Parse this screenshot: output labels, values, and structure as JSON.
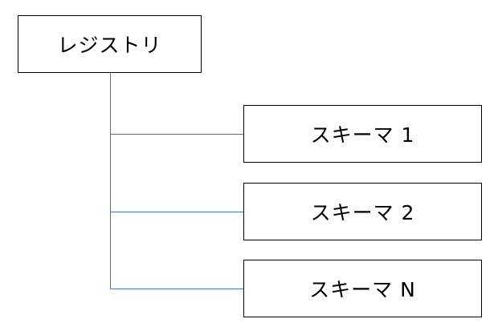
{
  "diagram": {
    "root": {
      "label": "レジストリ"
    },
    "children": [
      {
        "label": "スキーマ 1"
      },
      {
        "label": "スキーマ 2"
      },
      {
        "label": "スキーマ N"
      }
    ]
  },
  "colors": {
    "connector": "#4472c4",
    "border": "#000000",
    "text": "#000000",
    "background": "#ffffff"
  }
}
